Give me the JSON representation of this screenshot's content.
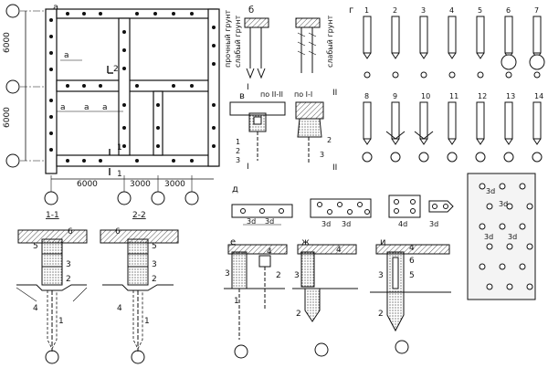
{
  "panel_labels": {
    "a": "а",
    "b": "б",
    "v": "в",
    "g": "г",
    "d": "д",
    "e": "е",
    "zh": "ж",
    "i": "и"
  },
  "plan": {
    "dims_v": [
      "6000",
      "6000"
    ],
    "dims_h": [
      "6000",
      "3000",
      "3000"
    ],
    "markers": [
      "1",
      "2",
      "a",
      "a",
      "a",
      "a"
    ],
    "section_11": "1-1",
    "section_22": "2-2",
    "sec_nums_11": [
      "6",
      "5",
      "3",
      "2",
      "4",
      "1"
    ],
    "sec_nums_22": [
      "6",
      "5",
      "3",
      "2",
      "4",
      "1"
    ]
  },
  "soil": {
    "strong": "прочный грунт",
    "weak_left": "слабый грунт",
    "weak_right": "слабый грунт"
  },
  "details_v": {
    "cut_I": "I",
    "cut_II": "II",
    "label_II": "по II-II",
    "label_I": "по I-I",
    "nums": [
      "1",
      "2",
      "3",
      "2",
      "3"
    ]
  },
  "pile_types": [
    "1",
    "2",
    "3",
    "4",
    "5",
    "6",
    "7",
    "8",
    "9",
    "10",
    "11",
    "12",
    "13",
    "14"
  ],
  "spacing": {
    "d3": "3d",
    "d4": "4d"
  },
  "foundations": {
    "e_nums": [
      "4",
      "3",
      "2",
      "1"
    ],
    "zh_nums": [
      "4",
      "3",
      "2"
    ],
    "i_nums": [
      "4",
      "6",
      "3",
      "5",
      "2"
    ]
  },
  "colors": {
    "ink": "#111111",
    "paper": "#ffffff",
    "hatch": "#555555"
  }
}
